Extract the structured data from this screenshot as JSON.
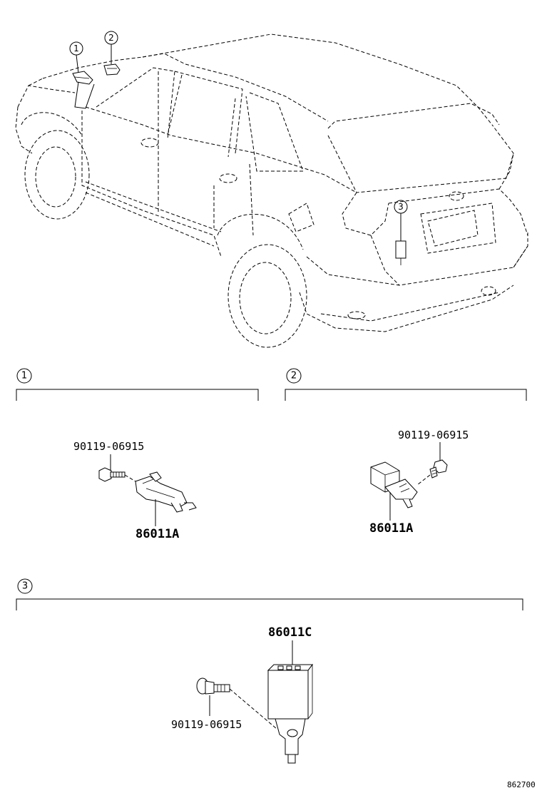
{
  "callouts": [
    "1",
    "2",
    "3"
  ],
  "sections": [
    {
      "num": "1",
      "bolt_part": "90119-06915",
      "sensor_part": "86011A"
    },
    {
      "num": "2",
      "bolt_part": "90119-06915",
      "sensor_part": "86011A"
    },
    {
      "num": "3",
      "bolt_part": "90119-06915",
      "sensor_part": "86011C"
    }
  ],
  "figure_ref": "862700"
}
